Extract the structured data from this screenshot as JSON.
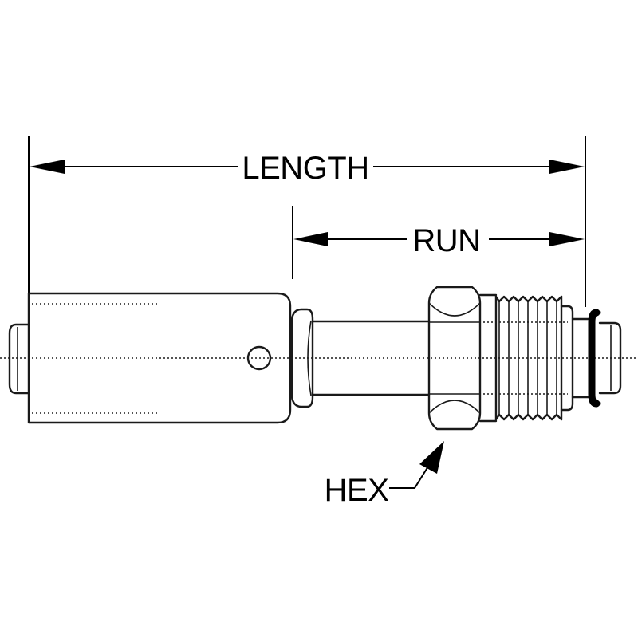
{
  "diagram": {
    "labels": {
      "length": "LENGTH",
      "run": "RUN",
      "hex": "HEX"
    },
    "colors": {
      "line": "#1a1a1a",
      "background": "#ffffff"
    }
  }
}
